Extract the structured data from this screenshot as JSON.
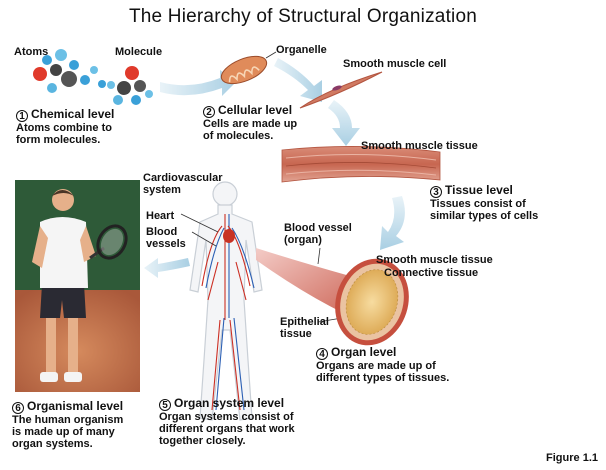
{
  "title": "The Hierarchy of Structural Organization",
  "figure_label": "Figure 1.1",
  "labels": {
    "atoms": "Atoms",
    "molecule": "Molecule",
    "organelle": "Organelle",
    "smooth_muscle_cell": "Smooth muscle cell",
    "smooth_muscle_tissue_top": "Smooth muscle tissue",
    "cardiovascular_system": [
      "Cardiovascular",
      "system"
    ],
    "heart": "Heart",
    "blood_vessels": [
      "Blood",
      "vessels"
    ],
    "blood_vessel_organ": [
      "Blood vessel",
      "(organ)"
    ],
    "smooth_muscle_tissue": "Smooth muscle tissue",
    "connective_tissue": "Connective tissue",
    "epithelial_tissue": [
      "Epithelial",
      "tissue"
    ]
  },
  "steps": [
    {
      "num": "1",
      "head": "Chemical level",
      "desc": [
        "Atoms combine to",
        "form molecules."
      ]
    },
    {
      "num": "2",
      "head": "Cellular level",
      "desc": [
        "Cells are made up",
        "of molecules."
      ]
    },
    {
      "num": "3",
      "head": "Tissue level",
      "desc": [
        "Tissues consist of",
        "similar types of cells"
      ]
    },
    {
      "num": "4",
      "head": "Organ level",
      "desc": [
        "Organs are made up of",
        "different types of tissues."
      ]
    },
    {
      "num": "5",
      "head": "Organ system level",
      "desc": [
        "Organ systems consist of",
        "different organs that work",
        "together closely."
      ]
    },
    {
      "num": "6",
      "head": "Organismal level",
      "desc": [
        "The human organism",
        "is made up of many",
        "organ systems."
      ]
    }
  ],
  "colors": {
    "arrow": "#b9d7e6",
    "muscle": "#c96a52",
    "court": "#c8734a",
    "atom_red": "#e03a2b",
    "atom_blue": "#3aa0d8",
    "atom_grey": "#555555"
  }
}
